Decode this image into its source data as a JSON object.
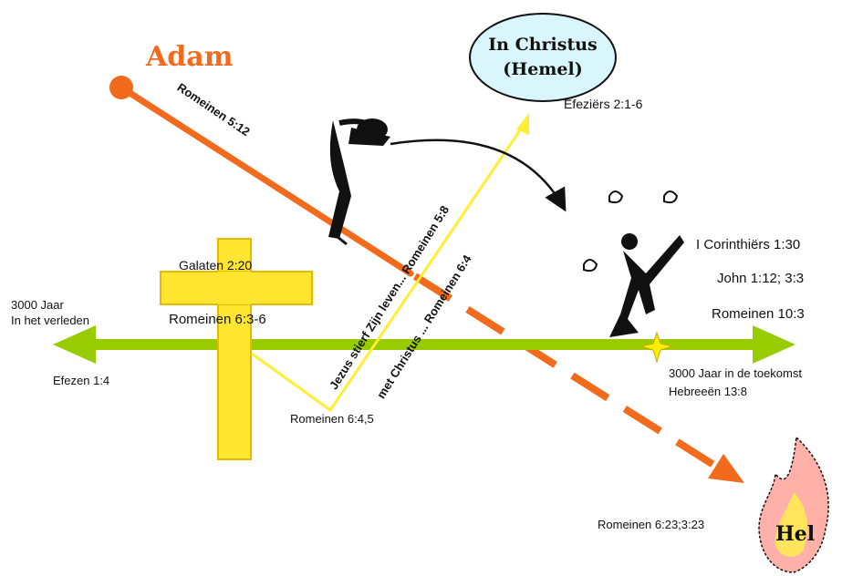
{
  "colors": {
    "adam_line": "#f26a1b",
    "timeline": "#99cc00",
    "cross": "#ffe630",
    "cross_border": "#e6b800",
    "heaven_fill": "#d8f6fb",
    "fire_outer": "#ffb0a8",
    "fire_inner": "#ffe45c",
    "spark": "#ffee00"
  },
  "icons": {
    "bowing_man": "bowing-man-icon",
    "praising_man": "kneeling-worshipper-icon",
    "hands": "raised-hands-icon",
    "star": "star-icon",
    "fire": "fire-icon"
  },
  "labels": {
    "adam": "Adam",
    "heaven_line1": "In Christus",
    "heaven_line2": "(Hemel)",
    "efeziers_2": "Efeziërs 2:1-6",
    "romeinen_5_12": "Romeinen 5:12",
    "diagonal_1": "Jezus stierf Zijn leven... Romeinen 5:8",
    "diagonal_2": "met Christus ... Romeinen 6:4",
    "galaten": "Galaten 2:20",
    "romeinen_6_3": "Romeinen 6:3-6",
    "past": "3000 Jaar\nIn het verleden",
    "efezen_1_4": "Efezen 1:4",
    "romeinen_6_4": "Romeinen 6:4,5",
    "corinthiers": "I Corinthiërs 1:30",
    "john": "John 1:12; 3:3",
    "romeinen_10_3": "Romeinen 10:3",
    "future": "3000 Jaar in de toekomst",
    "hebreeen": "Hebreeën 13:8",
    "romeinen_6_23": "Romeinen 6:23;3:23",
    "hel": "Hel"
  }
}
